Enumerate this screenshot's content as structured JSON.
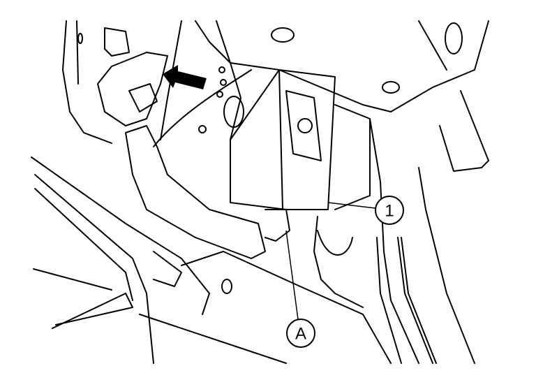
{
  "diagram": {
    "callouts": [
      {
        "id": "part-1",
        "label": "1"
      },
      {
        "id": "connector-a",
        "label": "A"
      }
    ],
    "arrow": {
      "direction": "up-left",
      "color": "#000000"
    },
    "line_color": "#000000",
    "background": "#ffffff"
  }
}
